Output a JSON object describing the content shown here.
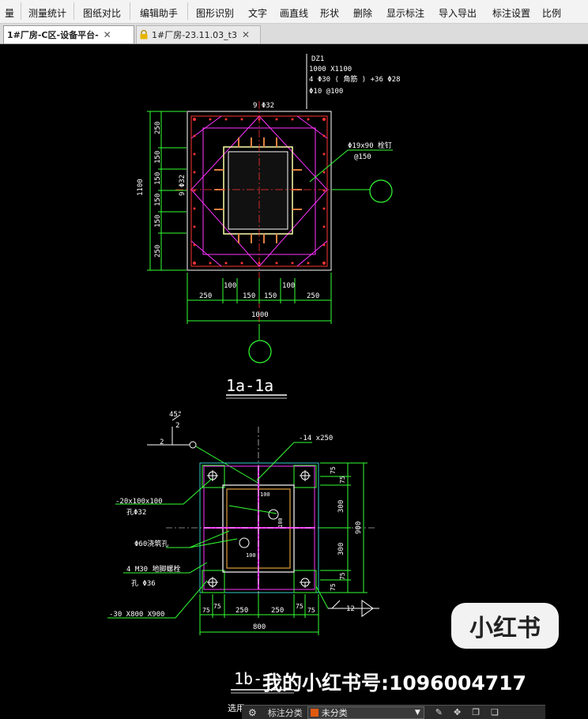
{
  "toolbar": {
    "items": [
      "量",
      "测量统计",
      "图纸对比",
      "编辑助手",
      "图形识别",
      "文字",
      "画直线",
      "形状",
      "删除",
      "显示标注",
      "导入导出",
      "标注设置",
      "比例"
    ]
  },
  "tabs": [
    {
      "label": "1#厂房-C区-设备平台-"
    },
    {
      "label": "1#厂房-23.11.03_t3"
    }
  ],
  "drawing": {
    "column_code": "DZ1",
    "column_size": "1000 X1100",
    "rebar_main": "4 Φ30 ( 角筋 ) +36 Φ28",
    "stirrup": "Φ10 @100",
    "top_bars": "9 Φ32",
    "side_bars": "9 Φ32",
    "stud_label": "Φ19x90 栓钉",
    "stud_spacing": "@150",
    "height_total": "1100",
    "height_dims": [
      "250",
      "150",
      "150",
      "150",
      "150",
      "250"
    ],
    "width_dims": [
      "250",
      "100",
      "150",
      "150",
      "100",
      "250"
    ],
    "width_total": "1000",
    "section_a": "1a-1a",
    "angle": "45°",
    "weld_size": "2",
    "plate_top": "-14 x250",
    "plate_stiff": "-20x100x100",
    "plate_hole": "孔Φ32",
    "vent_hole": "Φ60浇筑孔",
    "bolts": "4 M30 地脚螺栓",
    "bolt_hole": "孔 Φ36",
    "base_plate": "-30 X800 X900",
    "dim_100": "100",
    "dims_b_bottom": [
      "75",
      "75",
      "250",
      "250",
      "75",
      "75"
    ],
    "width_b_total": "800",
    "height_b_dims": [
      "75",
      "75",
      "300",
      "300",
      "75",
      "75"
    ],
    "height_b_total": "900",
    "weld_right": "12",
    "section_b": "1b-",
    "note_bottom": "选用T"
  },
  "badge": "小红书",
  "watermark": "我的小红书号:1096004717",
  "bottombar": {
    "label": "标注分类",
    "select": "未分类"
  },
  "colors": {
    "green": "#33ff33",
    "magenta": "#ff33ff",
    "red": "#ff3333",
    "white": "#ffffff",
    "cyan": "#33cccc",
    "orange": "#e08040",
    "yellow": "#ffff33"
  }
}
